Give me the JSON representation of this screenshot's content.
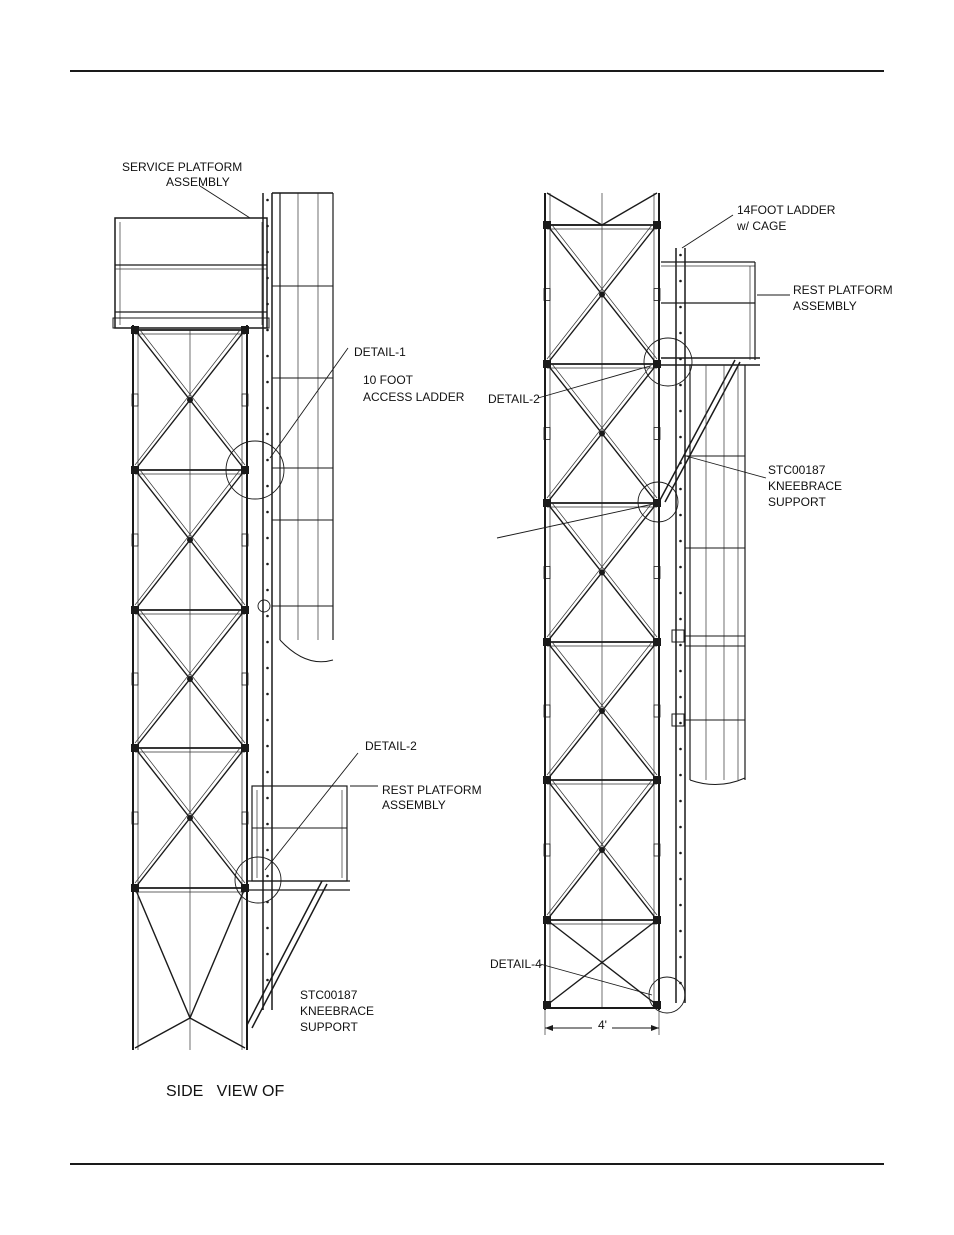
{
  "labels": {
    "service_platform": [
      "SERVICE PLATFORM",
      "ASSEMBLY"
    ],
    "detail_1": "DETAIL-1",
    "access_ladder": [
      "10 FOOT",
      "ACCESS LADDER"
    ],
    "detail_2_left": "DETAIL-2",
    "rest_platform_left": [
      "REST PLATFORM",
      "ASSEMBLY"
    ],
    "kneebrace_left": [
      "STC00187",
      "KNEEBRACE",
      "SUPPORT"
    ],
    "side_view": "SIDE   VIEW OF",
    "ladder_cage": [
      "14FOOT LADDER",
      "w/ CAGE"
    ],
    "rest_platform_right": [
      "REST PLATFORM",
      "ASSEMBLY"
    ],
    "detail_2_right": "DETAIL-2",
    "kneebrace_right": [
      "STC00187",
      "KNEEBRACE",
      "SUPPORT"
    ],
    "detail_4": "DETAIL-4",
    "dimension": "4'"
  }
}
